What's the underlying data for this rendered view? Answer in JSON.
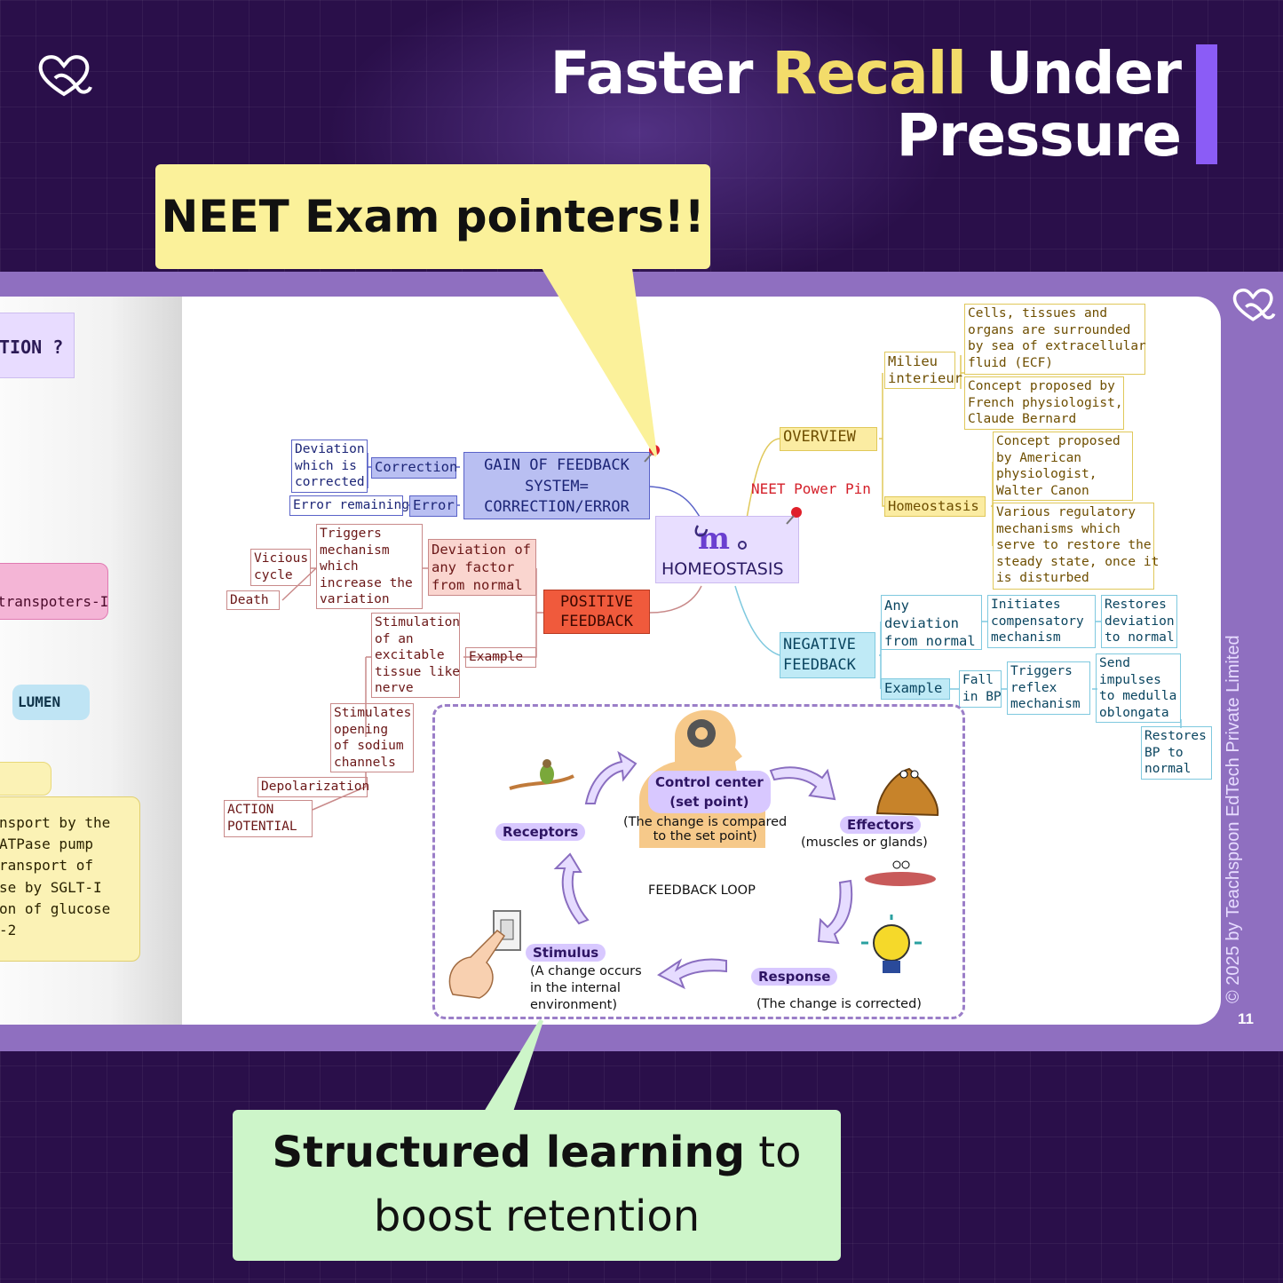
{
  "header": {
    "title_part1": "Faster ",
    "title_accent": "Recall",
    "title_part2": " Under",
    "title_line2": "Pressure"
  },
  "callouts": {
    "top": "NEET Exam pointers!!",
    "bottom_bold": "Structured learning",
    "bottom_rest": " to",
    "bottom_line2": "boost retention"
  },
  "left_page": {
    "question": "TION ?",
    "transporters": "transpoters-I",
    "lumen": "LUMEN",
    "transport_lines": [
      "nsport by the",
      "ATPase pump",
      "ransport of",
      "se by SGLT-I",
      "on of glucose",
      "-2"
    ]
  },
  "mindmap": {
    "center": "HOMEOSTASIS",
    "power_pin": "NEET Power Pin",
    "gain": {
      "title": [
        "GAIN OF FEEDBACK",
        "SYSTEM=",
        "CORRECTION/ERROR"
      ],
      "correction": "Correction",
      "error": "Error",
      "deviation_corrected": [
        "Deviation",
        "which is",
        "corrected"
      ],
      "error_remaining": "Error remaining"
    },
    "positive": {
      "title": [
        "POSITIVE",
        "FEEDBACK"
      ],
      "deviation": [
        "Deviation of",
        "any factor",
        "from normal"
      ],
      "triggers": [
        "Triggers",
        "mechanism",
        "which",
        "increase the",
        "variation"
      ],
      "vicious": [
        "Vicious",
        "cycle"
      ],
      "death": "Death",
      "example": "Example",
      "stimulation": [
        "Stimulation",
        " of an",
        "excitable",
        "tissue like",
        "nerve"
      ],
      "stimulates": [
        "Stimulates",
        " opening",
        "of sodium",
        "channels"
      ],
      "depolarization": "Depolarization",
      "action_potential": [
        "ACTION",
        "POTENTIAL"
      ]
    },
    "overview": {
      "title": "OVERVIEW",
      "milieu": [
        "Milieu",
        "interieur"
      ],
      "cells": [
        "Cells, tissues and",
        "organs are surrounded",
        "by sea of extracellular",
        "fluid (ECF)"
      ],
      "french": [
        "Concept proposed by",
        "French physiologist,",
        "Claude Bernard"
      ],
      "homeostasis": "Homeostasis",
      "american": [
        "Concept proposed",
        "by American",
        "physiologist,",
        "Walter Canon"
      ],
      "various": [
        "Various regulatory",
        "mechanisms which",
        "serve to restore the",
        "steady state, once it",
        "is disturbed"
      ]
    },
    "negative": {
      "title": [
        "NEGATIVE",
        "FEEDBACK"
      ],
      "any_deviation": [
        "Any",
        "deviation",
        "from normal"
      ],
      "initiates": [
        "Initiates",
        "compensatory",
        " mechanism"
      ],
      "restores_dev": [
        "Restores",
        "deviation",
        "to normal"
      ],
      "example": "Example",
      "fall": [
        "Fall",
        "in BP"
      ],
      "triggers": [
        "Triggers",
        "reflex",
        "mechanism"
      ],
      "send": [
        "Send",
        "impulses",
        "to medulla",
        "oblongata"
      ],
      "restores_bp": [
        "Restores",
        "BP to",
        "normal"
      ]
    }
  },
  "loop": {
    "title": "FEEDBACK LOOP",
    "control": [
      "Control center",
      "(set point)"
    ],
    "control_caption": [
      "(The change is compared",
      "to the set point)"
    ],
    "effectors": "Effectors",
    "effectors_caption": "(muscles or glands)",
    "receptors": "Receptors",
    "stimulus": "Stimulus",
    "stimulus_caption": [
      "(A change occurs",
      "in the internal",
      "environment)"
    ],
    "response": "Response",
    "response_caption": "(The change is corrected)"
  },
  "footer": {
    "copyright": "© 2025 by Teachspoon EdTech Private Limited",
    "page": "11"
  }
}
